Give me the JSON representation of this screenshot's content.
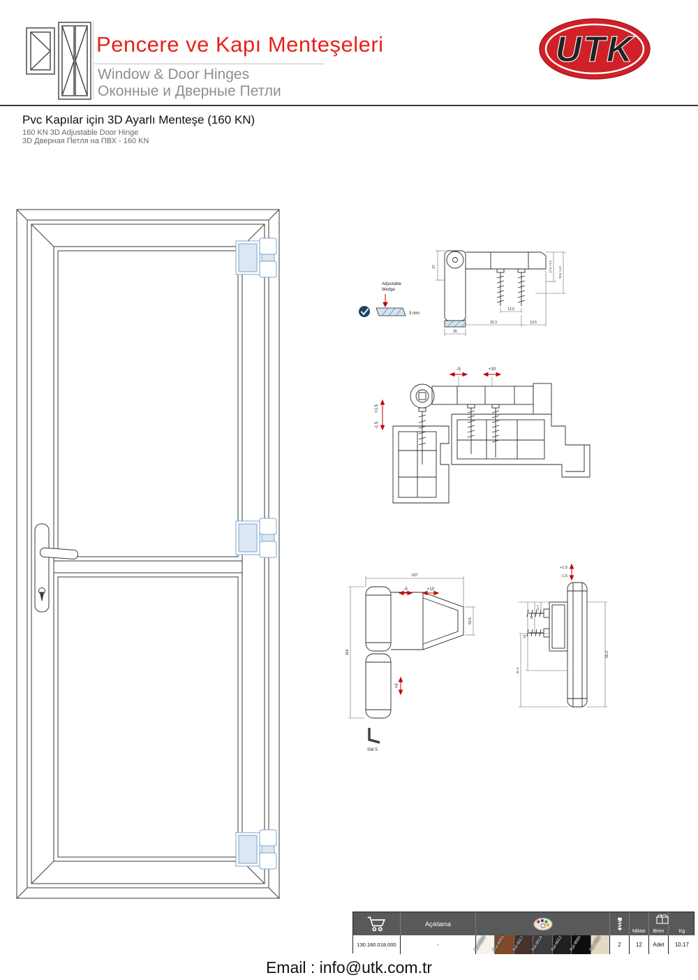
{
  "header": {
    "title": "Pencere ve Kapı Menteşeleri",
    "subtitle_en": "Window & Door Hinges",
    "subtitle_ru": "Оконные и Дверные Петли",
    "logo_text": "UTK",
    "accent_red": "#e8221b",
    "logo_red": "#cf2127",
    "logo_blue": "#2b3a8f"
  },
  "product": {
    "title_tr": "Pvc Kapılar için 3D Ayarlı Menteşe (160 KN)",
    "subtitle_en": "160 KN 3D Adjustable Door Hinge",
    "subtitle_ru": "3D Дверная Петля на ПВХ - 160 KN"
  },
  "drawings": {
    "section": {
      "wedge_label_1": "Adjustable",
      "wedge_label_2": "Wedge",
      "wedge_mm": "3 mm",
      "dim_27": "27",
      "dim_17_5": "17.5 +1.5",
      "dim_20_5": "20.5 +1.5",
      "dim_13_6": "13.6",
      "dim_22_3": "22.3",
      "dim_13_5": "13.5",
      "dim_25": "25"
    },
    "profile": {
      "dim_minus5": "-5",
      "dim_plus10": "+10",
      "dim_plus1_5": "+1.5",
      "dim_minus1_5": "-1.5"
    },
    "front": {
      "dim_107": "107",
      "dim_minus5": "-5",
      "dim_plus10": "+10",
      "dim_53_5": "53.5",
      "dim_116": "116",
      "dim_plus3": "+3",
      "sw_label": "SW 5"
    },
    "side": {
      "dim_plus1_5": "+1.5",
      "dim_minus1_5": "-1.5",
      "dim_12_7": "12.7",
      "dim_28": "28",
      "dim_52": "52",
      "dim_31_3": "31.3",
      "dim_55_3": "55.3"
    }
  },
  "table": {
    "code": "130.160.018.000",
    "description_header": "Açıklama",
    "description_value": "-",
    "colors": [
      {
        "name": "Ral-9016",
        "hex": "#f4f3ee"
      },
      {
        "name": "Ral-8003",
        "hex": "#7e4b26"
      },
      {
        "name": "Ral-8017",
        "hex": "#44322d"
      },
      {
        "name": "Ral-8019",
        "hex": "#3d3d3f"
      },
      {
        "name": "Ral-8022",
        "hex": "#211f20"
      },
      {
        "name": "Ral-9005",
        "hex": "#0e0e10"
      },
      {
        "name": "Ral-1015",
        "hex": "#e6d9c2"
      }
    ],
    "screw_count": "2",
    "qty_header": "Miktar",
    "qty_value": "12",
    "unit_header": "Birim",
    "unit_value": "Adet",
    "kg_header": "Kg",
    "kg_value": "10.17"
  },
  "footer": {
    "email": "Email : info@utk.com.tr"
  }
}
